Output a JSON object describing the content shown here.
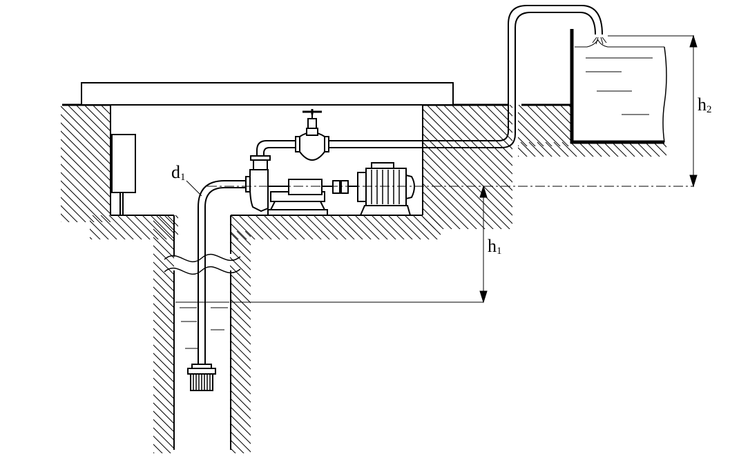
{
  "labels": {
    "pipe_diameter": {
      "main": "d",
      "sub": "1"
    },
    "suction_height": {
      "main": "h",
      "sub": "1"
    },
    "discharge_height": {
      "main": "h",
      "sub": "2"
    }
  },
  "colors": {
    "stroke": "#000000",
    "background": "#ffffff"
  }
}
